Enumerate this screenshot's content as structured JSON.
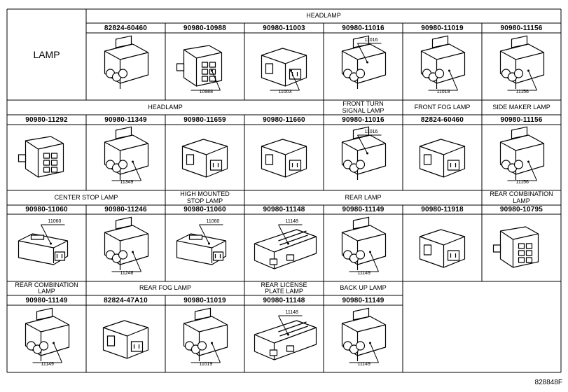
{
  "corner_label": "LAMP",
  "drawing_code": "828848F",
  "rows": [
    {
      "groups": [
        {
          "label": "HEADLAMP",
          "span": 6
        }
      ],
      "cells": [
        {
          "part": "82824-60460",
          "callout": ""
        },
        {
          "part": "90980-10988",
          "callout": "10988"
        },
        {
          "part": "90980-11003",
          "callout": "11003"
        },
        {
          "part": "90980-11016",
          "callout": "11016"
        },
        {
          "part": "90980-11019",
          "callout": "11019"
        },
        {
          "part": "90980-11156",
          "callout": "11156"
        }
      ]
    },
    {
      "groups": [
        {
          "label": "HEADLAMP",
          "span": 4
        },
        {
          "label": "FRONT TURN\nSIGNAL LAMP",
          "span": 1
        },
        {
          "label": "FRONT FOG LAMP",
          "span": 1
        },
        {
          "label": "SIDE MAKER LAMP",
          "span": 1
        }
      ],
      "cells": [
        {
          "part": "90980-11292",
          "callout": ""
        },
        {
          "part": "90980-11349",
          "callout": "11349"
        },
        {
          "part": "90980-11659",
          "callout": ""
        },
        {
          "part": "90980-11660",
          "callout": ""
        },
        {
          "part": "90980-11016",
          "callout": "11016"
        },
        {
          "part": "82824-60460",
          "callout": ""
        },
        {
          "part": "90980-11156",
          "callout": "11156"
        }
      ]
    },
    {
      "groups": [
        {
          "label": "CENTER STOP LAMP",
          "span": 2
        },
        {
          "label": "HIGH MOUNTED\nSTOP LAMP",
          "span": 1
        },
        {
          "label": "REAR LAMP",
          "span": 3
        },
        {
          "label": "REAR COMBINATION LAMP",
          "span": 1
        }
      ],
      "cells": [
        {
          "part": "90980-11060",
          "callout": "11060"
        },
        {
          "part": "90980-11246",
          "callout": "11246"
        },
        {
          "part": "90980-11060",
          "callout": "11060"
        },
        {
          "part": "90980-11148",
          "callout": "11148"
        },
        {
          "part": "90980-11149",
          "callout": "11149"
        },
        {
          "part": "90980-11918",
          "callout": ""
        },
        {
          "part": "90980-10795",
          "callout": ""
        }
      ]
    },
    {
      "groups": [
        {
          "label": "REAR COMBINATION LAMP",
          "span": 1
        },
        {
          "label": "REAR FOG LAMP",
          "span": 2
        },
        {
          "label": "REAR LICENSE\nPLATE LAMP",
          "span": 1
        },
        {
          "label": "BACK UP LAMP",
          "span": 1
        }
      ],
      "cells": [
        {
          "part": "90980-11149",
          "callout": "11149"
        },
        {
          "part": "82824-47A10",
          "callout": ""
        },
        {
          "part": "90980-11019",
          "callout": "11019"
        },
        {
          "part": "90980-11148",
          "callout": "11148"
        },
        {
          "part": "90980-11149",
          "callout": "11149"
        }
      ]
    }
  ]
}
